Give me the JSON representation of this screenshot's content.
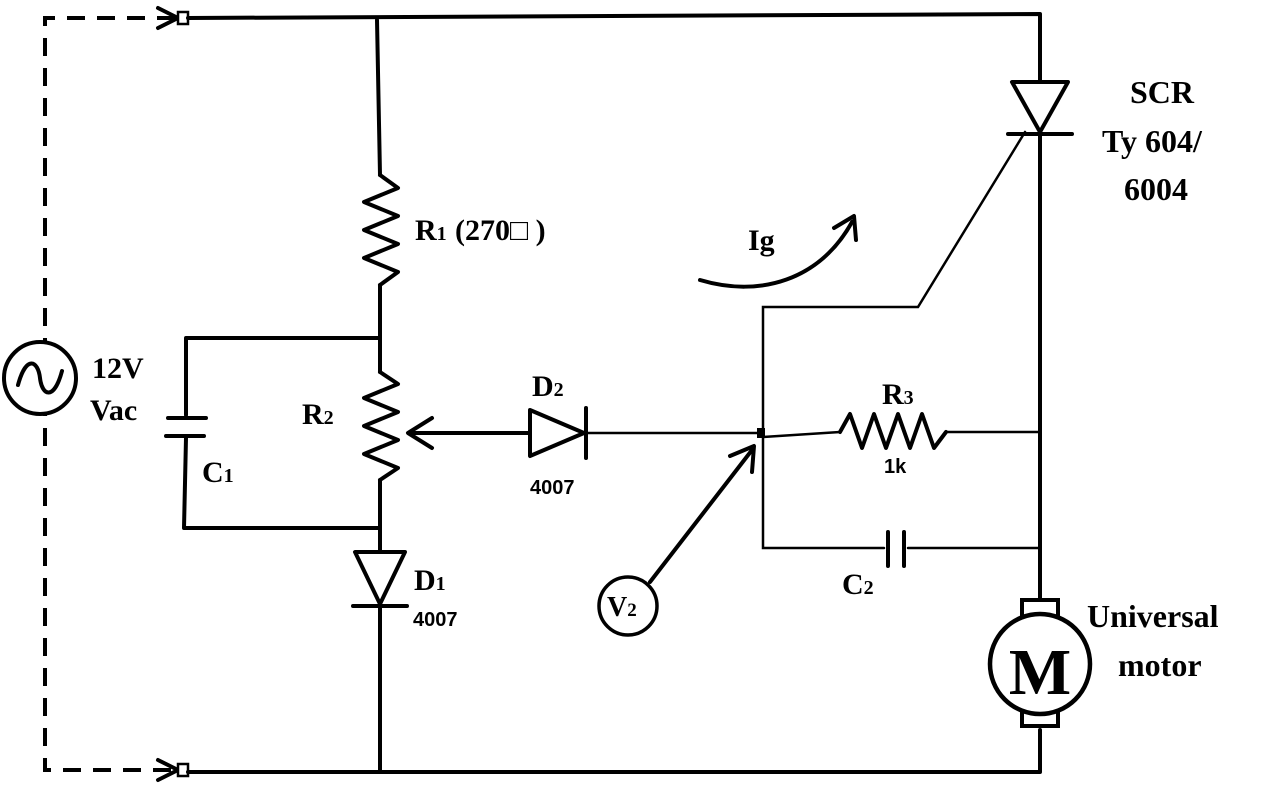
{
  "source": {
    "label": "12V",
    "sub": "Vac"
  },
  "r1": {
    "name": "R",
    "sub": "1",
    "value": "(270□ )"
  },
  "r2": {
    "name": "R",
    "sub": "2"
  },
  "r3": {
    "name": "R",
    "sub": "3",
    "value": "1k"
  },
  "c1": {
    "name": "C",
    "sub": "1"
  },
  "c2": {
    "name": "C",
    "sub": "2"
  },
  "d1": {
    "name": "D",
    "sub": "1",
    "part": "4007"
  },
  "d2": {
    "name": "D",
    "sub": "2",
    "part": "4007"
  },
  "scr": {
    "line1": "SCR",
    "line2": "Ty 604/",
    "line3": "6004"
  },
  "gate_current": {
    "label": "Ig"
  },
  "probe": {
    "label": "V",
    "sub": "2"
  },
  "motor": {
    "letter": "M",
    "line1": "Universal",
    "line2": "motor"
  }
}
